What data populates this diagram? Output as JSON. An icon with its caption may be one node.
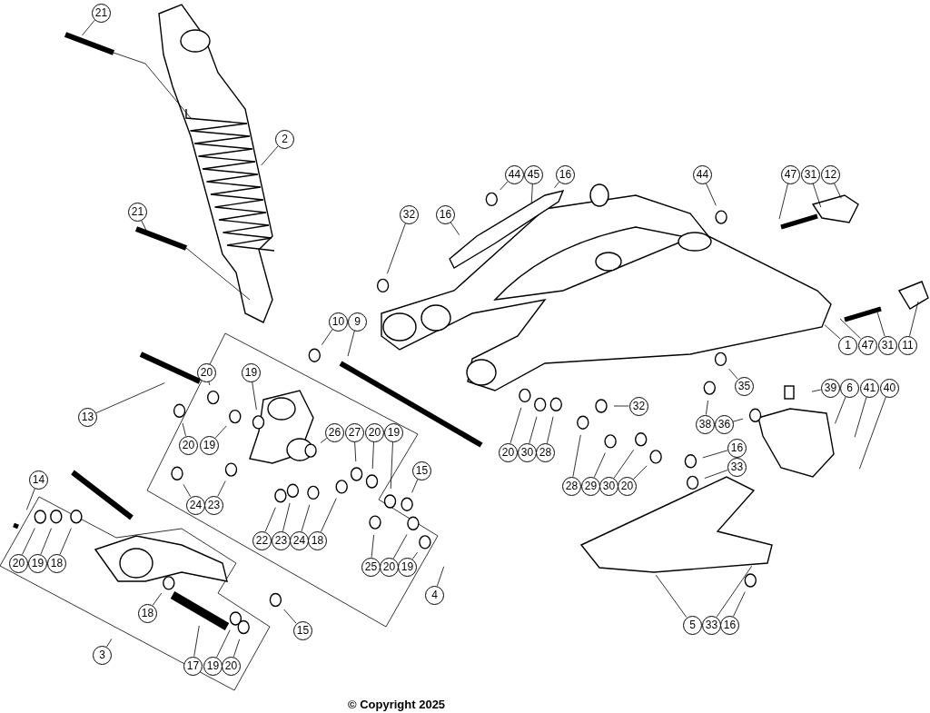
{
  "diagram": {
    "nodes": [
      {
        "text": [
          "21"
        ]
      },
      {
        "text": [
          "2"
        ]
      },
      {
        "text": [
          "21"
        ]
      },
      {
        "text": [
          "32"
        ]
      },
      {
        "text": [
          "16"
        ]
      },
      {
        "text": [
          "44"
        ]
      },
      {
        "text": [
          "45"
        ]
      },
      {
        "text": [
          "16"
        ]
      },
      {
        "text": [
          "44"
        ]
      },
      {
        "text": [
          "47"
        ]
      },
      {
        "text": [
          "31"
        ]
      },
      {
        "text": [
          "12"
        ]
      },
      {
        "text": [
          "10"
        ]
      },
      {
        "text": [
          "9"
        ]
      },
      {
        "text": [
          "1"
        ]
      },
      {
        "text": [
          "47"
        ]
      },
      {
        "text": [
          "31"
        ]
      },
      {
        "text": [
          "11"
        ]
      },
      {
        "text": [
          "20"
        ]
      },
      {
        "text": [
          "19"
        ]
      },
      {
        "text": [
          "13"
        ]
      },
      {
        "text": [
          "39"
        ]
      },
      {
        "text": [
          "6"
        ]
      },
      {
        "text": [
          "41"
        ]
      },
      {
        "text": [
          "40"
        ]
      },
      {
        "text": [
          "35"
        ]
      },
      {
        "text": [
          "32"
        ]
      },
      {
        "text": [
          "20"
        ]
      },
      {
        "text": [
          "19"
        ]
      },
      {
        "text": [
          "26"
        ]
      },
      {
        "text": [
          "27"
        ]
      },
      {
        "text": [
          "20"
        ]
      },
      {
        "text": [
          "19"
        ]
      },
      {
        "text": [
          "20"
        ]
      },
      {
        "text": [
          "30"
        ]
      },
      {
        "text": [
          "28"
        ]
      },
      {
        "text": [
          "38"
        ]
      },
      {
        "text": [
          "36"
        ]
      },
      {
        "text": [
          "16"
        ]
      },
      {
        "text": [
          "15"
        ]
      },
      {
        "text": [
          "24"
        ]
      },
      {
        "text": [
          "23"
        ]
      },
      {
        "text": [
          "33"
        ]
      },
      {
        "text": [
          "14"
        ]
      },
      {
        "text": [
          "28"
        ]
      },
      {
        "text": [
          "29"
        ]
      },
      {
        "text": [
          "30"
        ]
      },
      {
        "text": [
          "20"
        ]
      },
      {
        "text": [
          "22"
        ]
      },
      {
        "text": [
          "23"
        ]
      },
      {
        "text": [
          "24"
        ]
      },
      {
        "text": [
          "18"
        ]
      },
      {
        "text": [
          "25"
        ]
      },
      {
        "text": [
          "20"
        ]
      },
      {
        "text": [
          "19"
        ]
      },
      {
        "text": [
          "20"
        ]
      },
      {
        "text": [
          "19"
        ]
      },
      {
        "text": [
          "18"
        ]
      },
      {
        "text": [
          "4"
        ]
      },
      {
        "text": [
          "18"
        ]
      },
      {
        "text": [
          "15"
        ]
      },
      {
        "text": [
          "5"
        ]
      },
      {
        "text": [
          "33"
        ]
      },
      {
        "text": [
          "16"
        ]
      },
      {
        "text": [
          "3"
        ]
      },
      {
        "text": [
          "17"
        ]
      },
      {
        "text": [
          "19"
        ]
      },
      {
        "text": [
          "20"
        ]
      }
    ],
    "edges": [
      {
        "from": 0,
        "to": null,
        "arrow": "none"
      },
      {
        "from": 1,
        "to": null,
        "arrow": "none"
      },
      {
        "from": 2,
        "to": null,
        "arrow": "none"
      },
      {
        "from": 3,
        "to": null,
        "arrow": "none"
      },
      {
        "from": 4,
        "to": null,
        "arrow": "none"
      },
      {
        "from": 5,
        "to": null,
        "arrow": "none"
      },
      {
        "from": 6,
        "to": null,
        "arrow": "none"
      },
      {
        "from": 7,
        "to": null,
        "arrow": "none"
      },
      {
        "from": 8,
        "to": null,
        "arrow": "none"
      },
      {
        "from": 9,
        "to": null,
        "arrow": "none"
      },
      {
        "from": 10,
        "to": null,
        "arrow": "none"
      },
      {
        "from": 11,
        "to": null,
        "arrow": "none"
      },
      {
        "from": 12,
        "to": null,
        "arrow": "none"
      },
      {
        "from": 13,
        "to": null,
        "arrow": "none"
      },
      {
        "from": 14,
        "to": null,
        "arrow": "none"
      },
      {
        "from": 15,
        "to": null,
        "arrow": "none"
      },
      {
        "from": 16,
        "to": null,
        "arrow": "none"
      },
      {
        "from": 17,
        "to": null,
        "arrow": "none"
      },
      {
        "from": 18,
        "to": null,
        "arrow": "none"
      },
      {
        "from": 19,
        "to": null,
        "arrow": "none"
      },
      {
        "from": 20,
        "to": null,
        "arrow": "none"
      },
      {
        "from": 21,
        "to": null,
        "arrow": "none"
      },
      {
        "from": 22,
        "to": null,
        "arrow": "none"
      },
      {
        "from": 23,
        "to": null,
        "arrow": "none"
      },
      {
        "from": 24,
        "to": null,
        "arrow": "none"
      },
      {
        "from": 25,
        "to": null,
        "arrow": "none"
      },
      {
        "from": 26,
        "to": null,
        "arrow": "none"
      },
      {
        "from": 27,
        "to": null,
        "arrow": "none"
      },
      {
        "from": 28,
        "to": null,
        "arrow": "none"
      },
      {
        "from": 29,
        "to": null,
        "arrow": "none"
      },
      {
        "from": 30,
        "to": null,
        "arrow": "none"
      },
      {
        "from": 31,
        "to": null,
        "arrow": "none"
      },
      {
        "from": 32,
        "to": null,
        "arrow": "none"
      },
      {
        "from": 33,
        "to": null,
        "arrow": "none"
      },
      {
        "from": 34,
        "to": null,
        "arrow": "none"
      },
      {
        "from": 35,
        "to": null,
        "arrow": "none"
      },
      {
        "from": 36,
        "to": null,
        "arrow": "none"
      },
      {
        "from": 37,
        "to": null,
        "arrow": "none"
      },
      {
        "from": 38,
        "to": null,
        "arrow": "none"
      },
      {
        "from": 39,
        "to": null,
        "arrow": "none"
      },
      {
        "from": 40,
        "to": null,
        "arrow": "none"
      },
      {
        "from": 41,
        "to": null,
        "arrow": "none"
      },
      {
        "from": 42,
        "to": null,
        "arrow": "none"
      },
      {
        "from": 43,
        "to": null,
        "arrow": "none"
      },
      {
        "from": 44,
        "to": null,
        "arrow": "none"
      },
      {
        "from": 45,
        "to": null,
        "arrow": "none"
      },
      {
        "from": 46,
        "to": null,
        "arrow": "none"
      },
      {
        "from": 47,
        "to": null,
        "arrow": "none"
      },
      {
        "from": 48,
        "to": null,
        "arrow": "none"
      },
      {
        "from": 49,
        "to": null,
        "arrow": "none"
      },
      {
        "from": 50,
        "to": null,
        "arrow": "none"
      },
      {
        "from": 51,
        "to": null,
        "arrow": "none"
      },
      {
        "from": 52,
        "to": null,
        "arrow": "none"
      },
      {
        "from": 53,
        "to": null,
        "arrow": "none"
      },
      {
        "from": 54,
        "to": null,
        "arrow": "none"
      },
      {
        "from": 55,
        "to": null,
        "arrow": "none"
      },
      {
        "from": 56,
        "to": null,
        "arrow": "none"
      },
      {
        "from": 57,
        "to": null,
        "arrow": "none"
      },
      {
        "from": 58,
        "to": null,
        "arrow": "none"
      },
      {
        "from": 59,
        "to": null,
        "arrow": "none"
      },
      {
        "from": 60,
        "to": null,
        "arrow": "none"
      },
      {
        "from": 61,
        "to": null,
        "arrow": "none"
      },
      {
        "from": 62,
        "to": null,
        "arrow": "none"
      },
      {
        "from": 63,
        "to": null,
        "arrow": "none"
      },
      {
        "from": 64,
        "to": null,
        "arrow": "none"
      },
      {
        "from": 65,
        "to": null,
        "arrow": "none"
      },
      {
        "from": 66,
        "to": null,
        "arrow": "none"
      },
      {
        "from": 67,
        "to": null,
        "arrow": "none"
      }
    ],
    "labels": [
      "© Copyright 2025"
    ]
  }
}
